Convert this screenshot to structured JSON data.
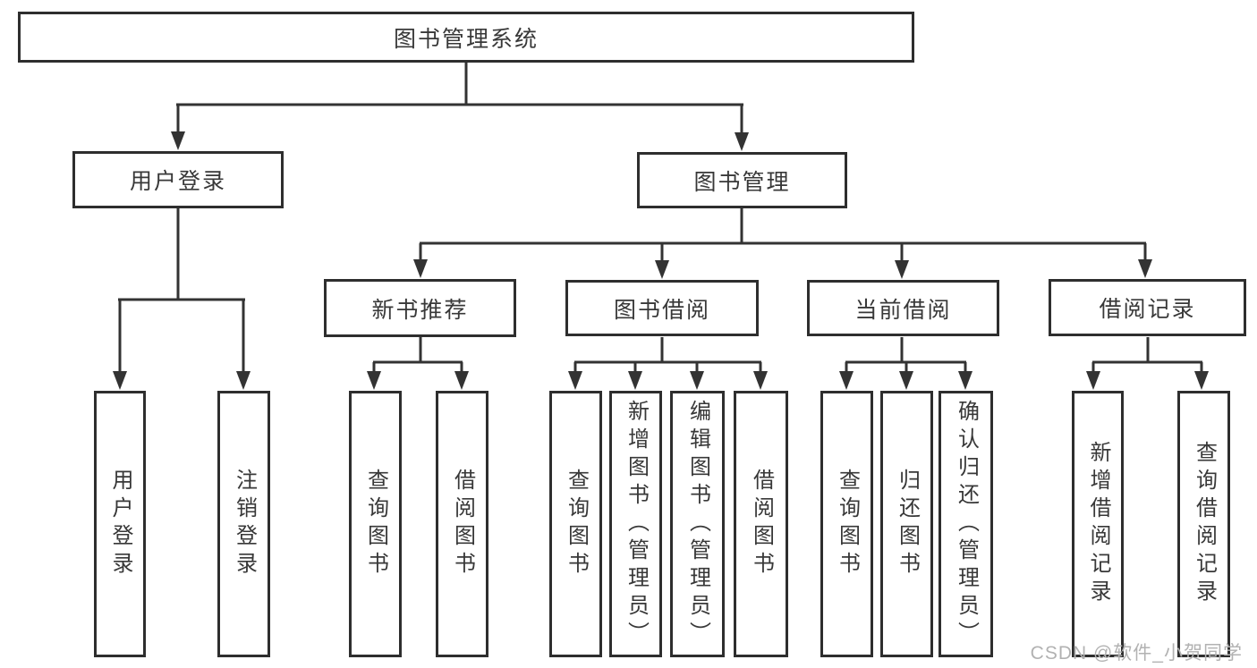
{
  "root": {
    "label": "图书管理系统",
    "children": [
      {
        "label": "用户登录",
        "children": [
          {
            "label": "用户登录"
          },
          {
            "label": "注销登录"
          }
        ]
      },
      {
        "label": "图书管理",
        "children": [
          {
            "label": "新书推荐",
            "children": [
              {
                "label": "查询图书"
              },
              {
                "label": "借阅图书"
              }
            ]
          },
          {
            "label": "图书借阅",
            "children": [
              {
                "label": "查询图书"
              },
              {
                "label": "新增图书（管理员）"
              },
              {
                "label": "编辑图书（管理员）"
              },
              {
                "label": "借阅图书"
              }
            ]
          },
          {
            "label": "当前借阅",
            "children": [
              {
                "label": "查询图书"
              },
              {
                "label": "归还图书"
              },
              {
                "label": "确认归还（管理员）"
              }
            ]
          },
          {
            "label": "借阅记录",
            "children": [
              {
                "label": "新增借阅记录"
              },
              {
                "label": "查询借阅记录"
              }
            ]
          }
        ]
      }
    ]
  },
  "watermark": {
    "text": "CSDN @软件_小贺同学"
  },
  "colors": {
    "line": "#333333",
    "box_border": "#2e2e2e",
    "text": "#383838",
    "watermark": "#b2b2b2",
    "background": "#ffffff"
  }
}
